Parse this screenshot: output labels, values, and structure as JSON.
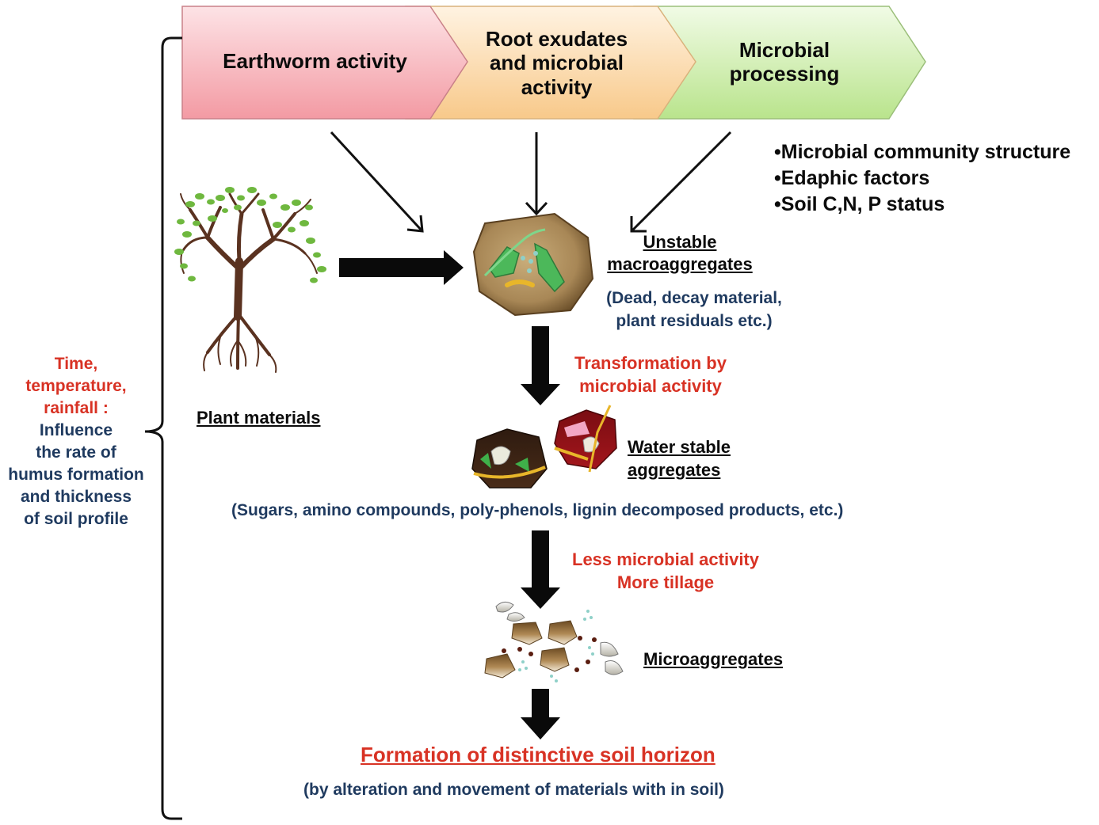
{
  "banner": {
    "step1": "Earthworm activity",
    "step2_lines": [
      "Root exudates",
      "and microbial",
      "activity"
    ],
    "step3_lines": [
      "Microbial",
      "processing"
    ]
  },
  "factors": [
    "•Microbial community structure",
    "•Edaphic factors",
    "•Soil C,N, P status"
  ],
  "plant": {
    "label": "Plant materials"
  },
  "unstable": {
    "title_lines": [
      "Unstable ",
      "macroaggregates"
    ],
    "desc_lines": [
      "(Dead, decay material,",
      "plant residuals etc.)"
    ]
  },
  "transformation_lines": [
    "Transformation  by",
    "microbial activity"
  ],
  "water_stable": {
    "title_lines": [
      "Water stable",
      " aggregates"
    ],
    "desc": "(Sugars, amino compounds, poly-phenols, lignin decomposed products, etc.)"
  },
  "tillage_lines": [
    "Less microbial activity",
    "More tillage"
  ],
  "micro": {
    "title": "Microaggregates"
  },
  "horizon": {
    "title": "Formation of distinctive soil horizon",
    "desc": "(by alteration and movement of materials with in soil)"
  },
  "side": {
    "red_lines": [
      "Time,",
      "temperature,",
      "rainfall :"
    ],
    "navy_lines": [
      "Influence",
      "the rate of",
      "humus formation",
      "and thickness",
      "of soil profile"
    ]
  },
  "colors": {
    "banner_red": "#f4aeb4",
    "banner_orange": "#fbd9ad",
    "banner_green": "#cdeeaa",
    "text_red": "#d83224",
    "text_navy": "#1f3a5f",
    "leaf_green": "#6fb83f",
    "trunk_brown": "#5a3220",
    "soil_brown": "#8a6a3a"
  }
}
